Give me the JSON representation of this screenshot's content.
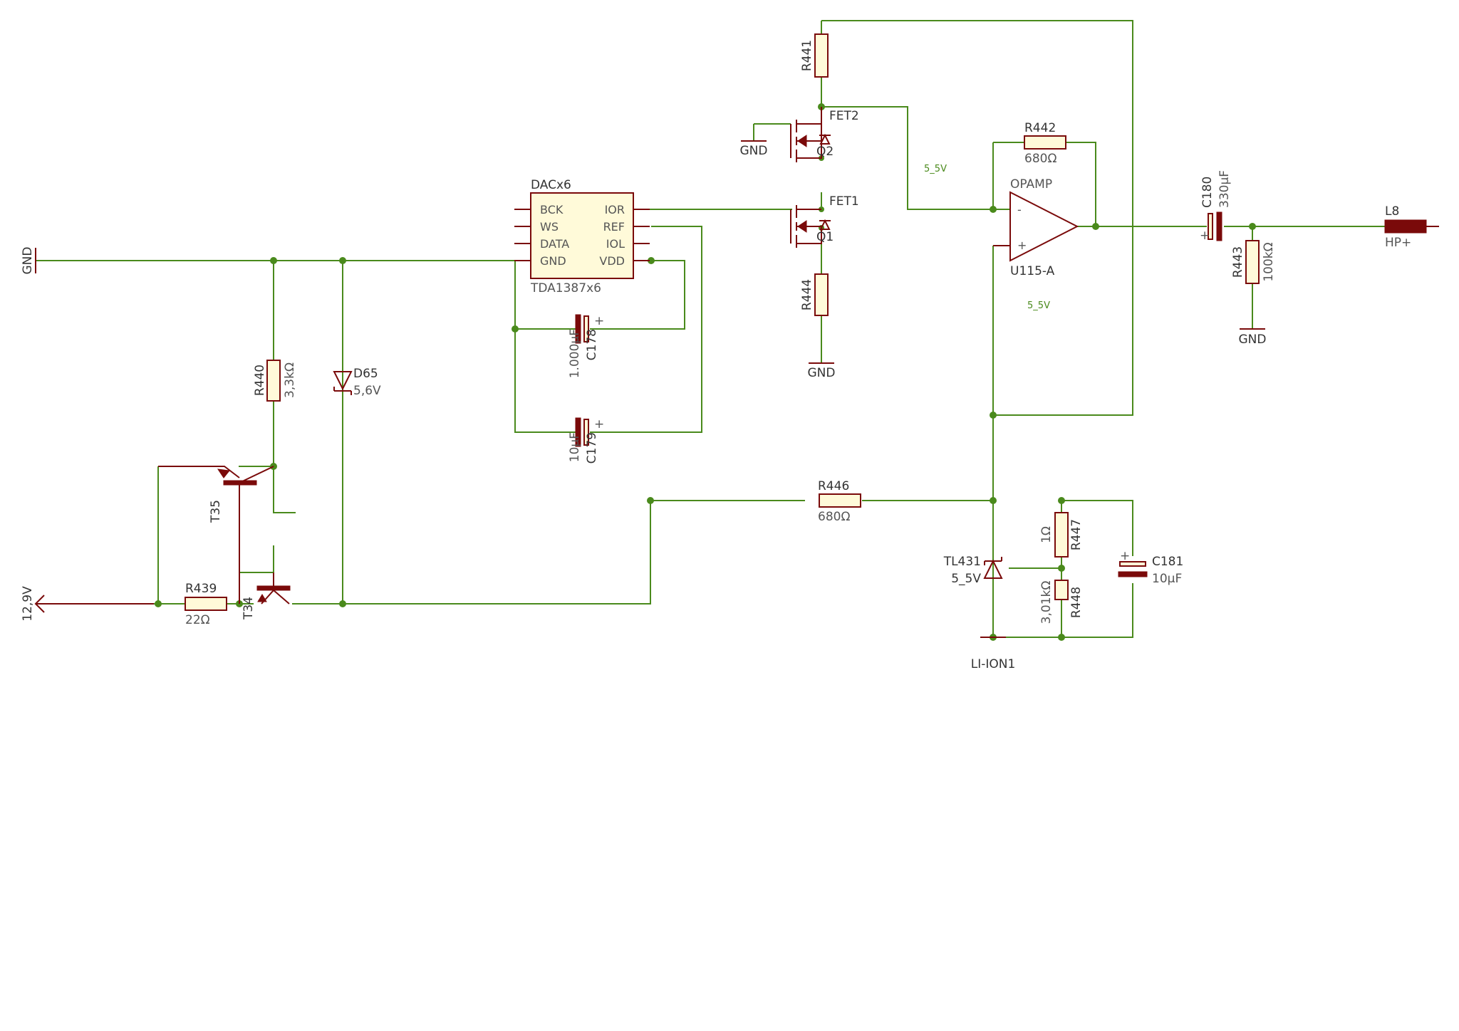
{
  "colors": {
    "wire": "#4a8a1c",
    "component": "#7a0a0a",
    "body_fill": "#fffad9",
    "text": "#333333"
  },
  "power": {
    "gnd_left": "GND",
    "gnd_fet": "GND",
    "gnd_r444": "GND",
    "gnd_out": "GND",
    "supply_in": "12,9V",
    "li_ion": "LI-ION1"
  },
  "nets": {
    "rail_a": "5_5V",
    "rail_b": "5_5V"
  },
  "dac": {
    "ref": "DACx6",
    "part": "TDA1387x6",
    "pins_left": [
      "BCK",
      "WS",
      "DATA",
      "GND"
    ],
    "pins_right": [
      "IOR",
      "REF",
      "IOL",
      "VDD"
    ]
  },
  "resistors": {
    "R439": {
      "ref": "R439",
      "value": "22Ω"
    },
    "R440": {
      "ref": "R440",
      "value": "3,3kΩ"
    },
    "R441": {
      "ref": "R441"
    },
    "R442": {
      "ref": "R442",
      "value": "680Ω"
    },
    "R443": {
      "ref": "R443",
      "value": "100kΩ"
    },
    "R444": {
      "ref": "R444"
    },
    "R446": {
      "ref": "R446",
      "value": "680Ω"
    },
    "R447": {
      "ref": "R447",
      "value": "1Ω"
    },
    "R448": {
      "ref": "R448",
      "value": "3,01kΩ"
    }
  },
  "capacitors": {
    "C178": {
      "ref": "C178",
      "value": "1.000µF"
    },
    "C179": {
      "ref": "C179",
      "value": "10µF"
    },
    "C180": {
      "ref": "C180",
      "value": "330µF"
    },
    "C181": {
      "ref": "C181",
      "value": "10µF"
    }
  },
  "transistors": {
    "T34": "T34",
    "T35": "T35"
  },
  "fets": {
    "FET1": {
      "label": "FET1",
      "ref": "Q1"
    },
    "FET2": {
      "label": "FET2",
      "ref": "Q2"
    }
  },
  "diode": {
    "ref": "D65",
    "value": "5,6V"
  },
  "shunt": {
    "ref": "TL431",
    "value": "5_5V"
  },
  "opamp": {
    "label": "OPAMP",
    "ref": "U115-A",
    "minus": "-",
    "plus": "+"
  },
  "output": {
    "ref": "L8",
    "name": "HP+"
  }
}
